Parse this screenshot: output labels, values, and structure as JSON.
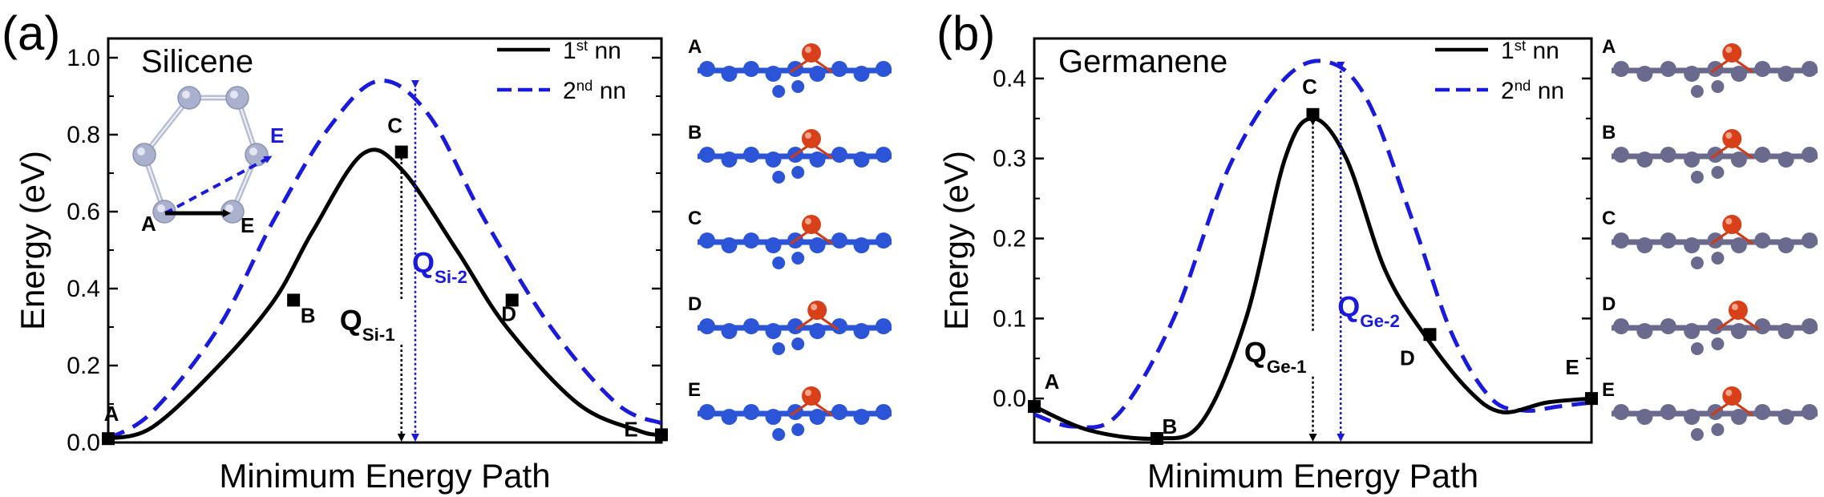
{
  "chart_data": [
    {
      "panel": "(a)",
      "type": "line",
      "title": "Silicene",
      "xlabel": "Minimum Energy Path",
      "ylabel": "Energy (eV)",
      "ylim": [
        0,
        1.05
      ],
      "yticks": [
        0.0,
        0.2,
        0.4,
        0.6,
        0.8,
        1.0
      ],
      "ytick_labels": [
        "0.0",
        "0.2",
        "0.4",
        "0.6",
        "0.8",
        "1.0"
      ],
      "xlim": [
        0,
        1
      ],
      "legend": {
        "placement": "top-right",
        "entries": [
          {
            "base": "1",
            "sup": "st",
            "tail": " nn",
            "color": "#000000",
            "style": "solid"
          },
          {
            "base": "2",
            "sup": "nd",
            "tail": " nn",
            "color": "#1a1adc",
            "style": "dashed"
          }
        ]
      },
      "series": [
        {
          "x": [
            0.0,
            0.08,
            0.2,
            0.3,
            0.37,
            0.46,
            0.53,
            0.63,
            0.72,
            0.85,
            0.96,
            1.0
          ],
          "y": [
            0.01,
            0.04,
            0.2,
            0.37,
            0.55,
            0.75,
            0.71,
            0.5,
            0.3,
            0.1,
            0.03,
            0.02
          ]
        },
        {
          "x": [
            0.0,
            0.08,
            0.2,
            0.3,
            0.4,
            0.49,
            0.58,
            0.68,
            0.8,
            0.92,
            1.0
          ],
          "y": [
            0.01,
            0.08,
            0.3,
            0.58,
            0.82,
            0.94,
            0.85,
            0.58,
            0.3,
            0.1,
            0.05
          ]
        }
      ],
      "points": [
        {
          "label": "A",
          "x": 0.0,
          "y": 0.01
        },
        {
          "label": "B",
          "x": 0.335,
          "y": 0.37
        },
        {
          "label": "C",
          "x": 0.53,
          "y": 0.755
        },
        {
          "label": "D",
          "x": 0.73,
          "y": 0.37
        },
        {
          "label": "E",
          "x": 1.0,
          "y": 0.02
        }
      ],
      "q_first": {
        "base": "Q",
        "sub": "Si-1",
        "x": 0.53,
        "y_top": 0.75
      },
      "q_second": {
        "base": "Q",
        "sub": "Si-2",
        "x": 0.555,
        "y_top": 0.94
      },
      "inset_labels": {
        "origin": "A",
        "first": "E",
        "second": "E"
      },
      "structures": [
        "A",
        "B",
        "C",
        "D",
        "E"
      ],
      "structure_color": "#2b55d6"
    },
    {
      "panel": "(b)",
      "type": "line",
      "title": "Germanene",
      "xlabel": "Minimum Energy Path",
      "ylabel": "Energy (eV)",
      "ylim": [
        -0.055,
        0.45
      ],
      "yticks": [
        0.0,
        0.1,
        0.2,
        0.3,
        0.4
      ],
      "ytick_labels": [
        "0.0",
        "0.1",
        "0.2",
        "0.3",
        "0.4"
      ],
      "xlim": [
        0,
        1
      ],
      "legend": {
        "placement": "top-right",
        "entries": [
          {
            "base": "1",
            "sup": "st",
            "tail": " nn",
            "color": "#000000",
            "style": "solid"
          },
          {
            "base": "2",
            "sup": "nd",
            "tail": " nn",
            "color": "#1a1adc",
            "style": "dashed"
          }
        ]
      },
      "series": [
        {
          "x": [
            0.0,
            0.1,
            0.22,
            0.3,
            0.38,
            0.45,
            0.5,
            0.56,
            0.63,
            0.7,
            0.78,
            0.84,
            0.92,
            1.0
          ],
          "y": [
            -0.01,
            -0.04,
            -0.05,
            -0.03,
            0.1,
            0.3,
            0.35,
            0.3,
            0.16,
            0.08,
            0.01,
            -0.017,
            -0.005,
            0.0
          ]
        },
        {
          "x": [
            0.0,
            0.07,
            0.15,
            0.25,
            0.35,
            0.45,
            0.53,
            0.6,
            0.68,
            0.75,
            0.82,
            0.88,
            0.94,
            1.0
          ],
          "y": [
            -0.02,
            -0.035,
            -0.02,
            0.1,
            0.29,
            0.4,
            0.42,
            0.37,
            0.22,
            0.08,
            0.0,
            -0.015,
            -0.01,
            -0.005
          ]
        }
      ],
      "points": [
        {
          "label": "A",
          "x": 0.0,
          "y": -0.01
        },
        {
          "label": "B",
          "x": 0.22,
          "y": -0.05
        },
        {
          "label": "C",
          "x": 0.5,
          "y": 0.355
        },
        {
          "label": "D",
          "x": 0.71,
          "y": 0.08
        },
        {
          "label": "E",
          "x": 1.0,
          "y": 0.0
        }
      ],
      "q_first": {
        "base": "Q",
        "sub": "Ge-1",
        "x": 0.5,
        "y_top": 0.35
      },
      "q_second": {
        "base": "Q",
        "sub": "Ge-2",
        "x": 0.55,
        "y_top": 0.42
      },
      "structures": [
        "A",
        "B",
        "C",
        "D",
        "E"
      ],
      "structure_color": "#6a6a8e"
    }
  ]
}
